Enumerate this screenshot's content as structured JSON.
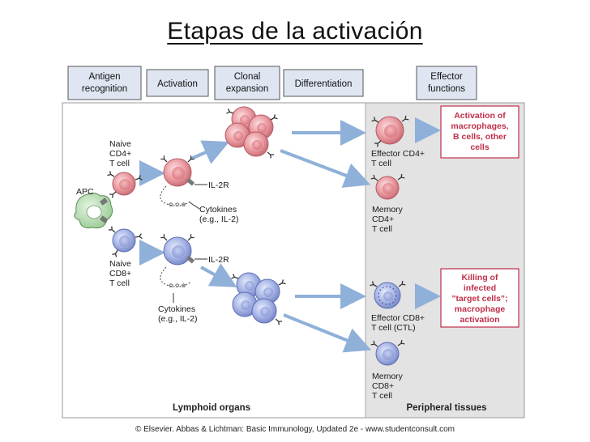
{
  "title": "Etapas de la activación",
  "stages": [
    {
      "lines": [
        "Antigen",
        "recognition"
      ]
    },
    {
      "lines": [
        "Activation"
      ]
    },
    {
      "lines": [
        "Clonal",
        "expansion"
      ]
    },
    {
      "lines": [
        "Differentiation"
      ]
    },
    {
      "lines": [
        "Effector",
        "functions"
      ]
    }
  ],
  "labels": {
    "apc": "APC",
    "naive_cd4": [
      "Naive",
      "CD4+",
      "T cell"
    ],
    "naive_cd8": [
      "Naive",
      "CD8+",
      "T cell"
    ],
    "il2r_top": "IL-2R",
    "il2r_bottom": "IL-2R",
    "cytokines_top": [
      "Cytokines",
      "(e.g., IL-2)"
    ],
    "cytokines_bottom": [
      "Cytokines",
      "(e.g., IL-2)"
    ],
    "effector_cd4": [
      "Effector CD4+",
      "T cell"
    ],
    "memory_cd4": [
      "Memory",
      "CD4+",
      "T cell"
    ],
    "effector_cd8": [
      "Effector CD8+",
      "T cell (CTL)"
    ],
    "memory_cd8": [
      "Memory",
      "CD8+",
      "T cell"
    ]
  },
  "effector_boxes": {
    "cd4": [
      "Activation of",
      "macrophages,",
      "B cells, other",
      "cells"
    ],
    "cd8": [
      "Killing of",
      "infected",
      "\"target cells\";",
      "macrophage",
      "activation"
    ]
  },
  "sections": {
    "left": "Lymphoid organs",
    "right": "Peripheral tissues"
  },
  "credit": "© Elsevier. Abbas & Lichtman: Basic Immunology, Updated 2e - www.studentconsult.com",
  "colors": {
    "cd4_cell": "#e89aa0",
    "cd8_cell": "#aab8e6",
    "apc": "#b9ddb5",
    "arrow": "#8fb0d8",
    "stage_box": "#dfe6f2",
    "peripheral_bg": "#e3e3e3",
    "effector_text": "#c0304a"
  }
}
